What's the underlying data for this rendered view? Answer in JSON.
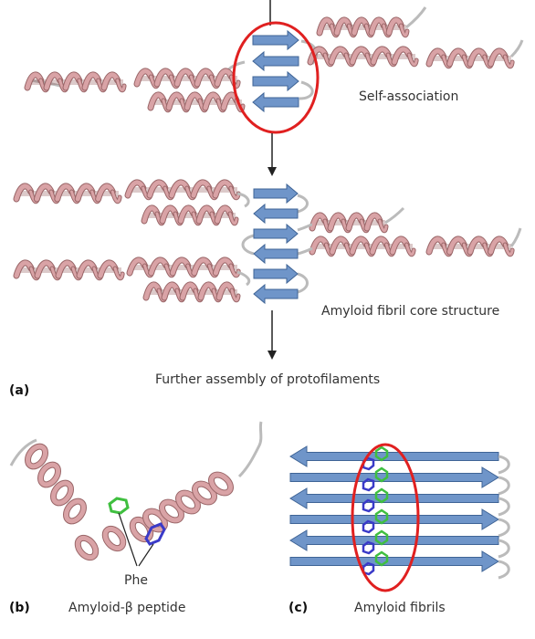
{
  "figure": {
    "labels": {
      "self_association": "Self-association",
      "core_structure": "Amyloid fibril core structure",
      "further_assembly": "Further assembly of protofilaments",
      "phe": "Phe",
      "peptide": "Amyloid-β peptide",
      "fibrils": "Amyloid fibrils"
    },
    "panels": {
      "a": "(a)",
      "b": "(b)",
      "c": "(c)"
    },
    "colors": {
      "helix": "#d9a3a6",
      "helix_edge": "#9a6668",
      "strand": "#6f95c9",
      "strand_edge": "#3f6496",
      "loop": "#b8b8b8",
      "highlight": "#e02020",
      "phe_green": "#3fbf3f",
      "phe_blue": "#3a3ac8"
    }
  }
}
